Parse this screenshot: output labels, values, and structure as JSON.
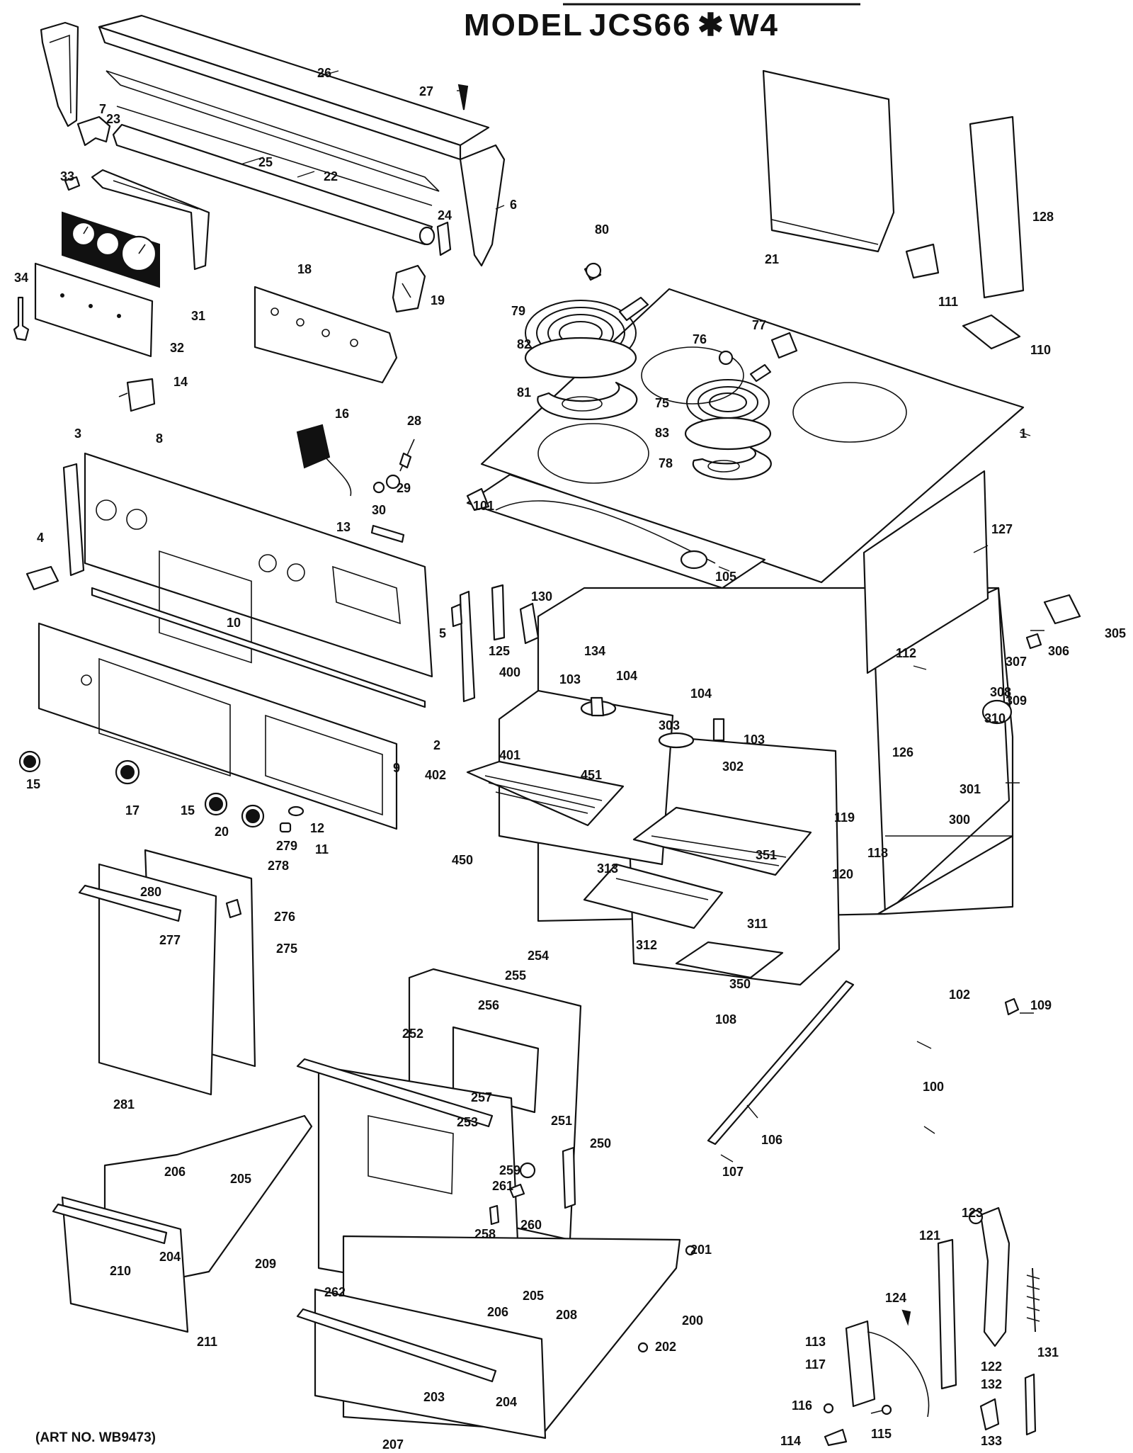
{
  "header": {
    "model_prefix": "MODEL",
    "model_number": "JCS66",
    "model_star": "✱",
    "model_suffix": "W4"
  },
  "footer": {
    "art_number": "(ART NO. WB9473)"
  },
  "part_labels": {
    "p1": "1",
    "p2": "2",
    "p3": "3",
    "p4": "4",
    "p5": "5",
    "p6": "6",
    "p7": "7",
    "p8": "8",
    "p9": "9",
    "p10": "10",
    "p11": "11",
    "p12": "12",
    "p13": "13",
    "p14": "14",
    "p15a": "15",
    "p15b": "15",
    "p16": "16",
    "p17": "17",
    "p18": "18",
    "p19": "19",
    "p20": "20",
    "p21": "21",
    "p22": "22",
    "p23": "23",
    "p24": "24",
    "p25": "25",
    "p26": "26",
    "p27": "27",
    "p28": "28",
    "p29": "29",
    "p30": "30",
    "p31": "31",
    "p32": "32",
    "p33": "33",
    "p34": "34",
    "p75": "75",
    "p76": "76",
    "p77": "77",
    "p78": "78",
    "p79": "79",
    "p80": "80",
    "p81": "81",
    "p82": "82",
    "p83": "83",
    "p100": "100",
    "p101": "101",
    "p102": "102",
    "p103a": "103",
    "p103b": "103",
    "p104a": "104",
    "p104b": "104",
    "p105": "105",
    "p106": "106",
    "p107": "107",
    "p108": "108",
    "p109": "109",
    "p110": "110",
    "p111": "111",
    "p112": "112",
    "p113": "113",
    "p114": "114",
    "p115": "115",
    "p116": "116",
    "p117": "117",
    "p118": "118",
    "p119": "119",
    "p120": "120",
    "p121": "121",
    "p122": "122",
    "p123": "123",
    "p124": "124",
    "p125": "125",
    "p126": "126",
    "p127": "127",
    "p128": "128",
    "p130": "130",
    "p131": "131",
    "p132": "132",
    "p133": "133",
    "p134": "134",
    "p200": "200",
    "p201": "201",
    "p202": "202",
    "p203": "203",
    "p204a": "204",
    "p204b": "204",
    "p205a": "205",
    "p205b": "205",
    "p206a": "206",
    "p206b": "206",
    "p207": "207",
    "p208": "208",
    "p209": "209",
    "p210": "210",
    "p211": "211",
    "p250": "250",
    "p251": "251",
    "p252": "252",
    "p253": "253",
    "p254": "254",
    "p255": "255",
    "p256": "256",
    "p257": "257",
    "p258": "258",
    "p259": "259",
    "p260": "260",
    "p261": "261",
    "p262": "262",
    "p275": "275",
    "p276": "276",
    "p277": "277",
    "p278": "278",
    "p279": "279",
    "p280": "280",
    "p281": "281",
    "p300": "300",
    "p301": "301",
    "p302": "302",
    "p303": "303",
    "p305": "305",
    "p306": "306",
    "p307": "307",
    "p308": "308",
    "p309": "309",
    "p310": "310",
    "p311": "311",
    "p312": "312",
    "p313": "313",
    "p350": "350",
    "p351": "351",
    "p400": "400",
    "p401": "401",
    "p402": "402",
    "p450": "450",
    "p451": "451"
  }
}
